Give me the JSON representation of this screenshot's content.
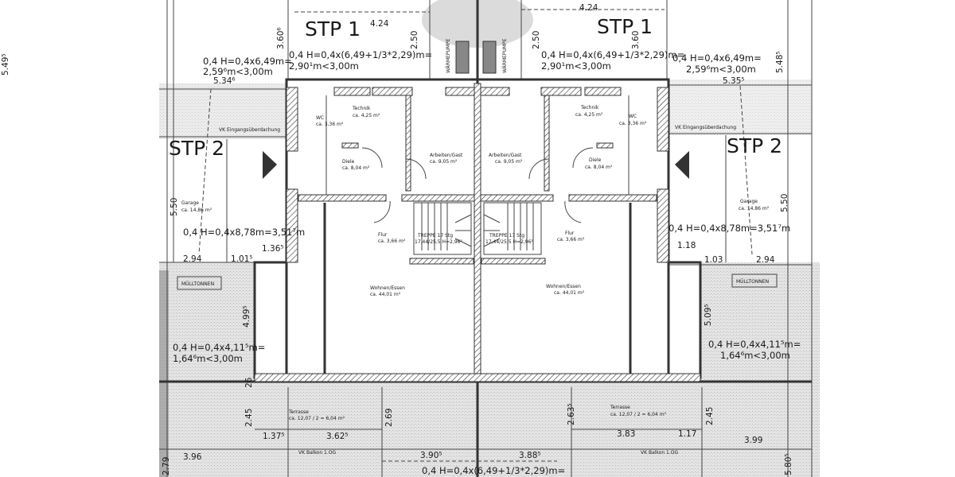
{
  "stp1": "STP 1",
  "stp2": "STP 2",
  "dims": {
    "d424": "4.24",
    "d360a": "3.60⁶",
    "d360b": "3.60",
    "d250": "2.50",
    "d5495": "5.49⁵",
    "d5485": "5.48⁵",
    "d5346": "5.34⁶",
    "d5355": "5.35⁵",
    "d550": "5.50",
    "d1365": "1.36⁵",
    "d294": "2.94",
    "d1015": "1.01⁵",
    "d118": "1.18",
    "d103": "1.03",
    "d4995": "4.99⁵",
    "d5095": "5.09⁵",
    "d245": "2.45",
    "d269": "2.69",
    "d2635": "2.63⁵",
    "d1375": "1.37⁵",
    "d3625": "3.62⁵",
    "d383": "3.83",
    "d117": "1.17",
    "d399": "3.99",
    "d396": "3.96",
    "d3905": "3.90⁵",
    "d3885": "3.88⁵",
    "d5805": "5.80⁵",
    "d279": "2.79",
    "d26": "26"
  },
  "formulas": {
    "stp1_a": "0,4 H=0,4x(6,49+1/3*2,29)m=",
    "stp1_b": "2,90¹m<3,00m",
    "side_a": "0,4 H=0,4x6,49m=",
    "side_b": "2,59⁶m<3,00m",
    "garage": "0,4 H=0,4x8,78m=3,51⁷m",
    "garden_a": "0,4 H=0,4x4,11⁵m=",
    "garden_b": "1,64⁶m<3,00m"
  },
  "labels": {
    "eingang": "VK Eingangsüberdachung",
    "balkon": "VK Balkon 1.OG",
    "muell": "MÜLLTONNEN",
    "waermepumpe": "WÄRMEPUMPE"
  },
  "rooms": {
    "technik": "Technik",
    "technik_area": "ca. 4,25 m²",
    "wc": "WC",
    "wc_area": "ca. 3,36 m²",
    "diele": "Diele",
    "diele_area": "ca. 8,04 m²",
    "arbeiten": "Arbeiten/Gast",
    "arbeiten_area": "ca. 9,05 m²",
    "flur": "Flur",
    "flur_area": "ca. 3,66 m²",
    "treppe": "TREPPE 17 Stg",
    "treppe_spec": "17,44/25,5 H=2,96²",
    "wohnen": "Wohnen/Essen",
    "wohnen_area": "ca. 44,01 m²",
    "garage": "Garage",
    "garage_area": "ca. 14,86 m²",
    "terrasse": "Terrasse",
    "terrasse_area": "ca. 12,07 / 2 = 6,04 m²"
  },
  "colors": {
    "ink": "#1a1a1a",
    "paper": "#ffffff",
    "shade": "#dcdcdc"
  }
}
